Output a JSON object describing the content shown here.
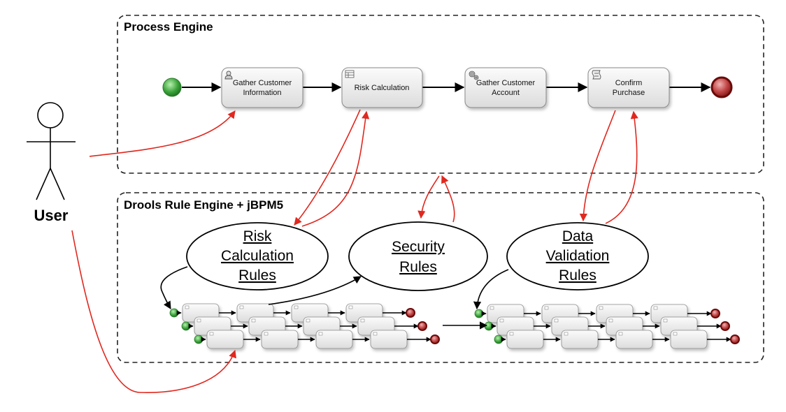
{
  "lanes": {
    "process_engine": "Process Engine",
    "rule_engine": "Drools Rule Engine + jBPM5"
  },
  "actor": {
    "label": "User"
  },
  "tasks": [
    {
      "line1": "Gather Customer",
      "line2": "Information",
      "icon": "user-icon"
    },
    {
      "line1": "Risk Calculation",
      "line2": "",
      "icon": "table-icon"
    },
    {
      "line1": "Gather Customer",
      "line2": "Account",
      "icon": "gear-icon"
    },
    {
      "line1": "Confirm",
      "line2": "Purchase",
      "icon": "script-icon"
    }
  ],
  "rules": [
    {
      "line1": "Risk",
      "line2": "Calculation",
      "line3": "Rules"
    },
    {
      "line1": "Security",
      "line2": "Rules",
      "line3": ""
    },
    {
      "line1": "Data",
      "line2": "Validation",
      "line3": "Rules"
    }
  ],
  "colors": {
    "start_event": "#3aa33a",
    "end_event": "#9b1515",
    "red_connector": "#e0281f",
    "task_fill": "#eeeeee"
  }
}
